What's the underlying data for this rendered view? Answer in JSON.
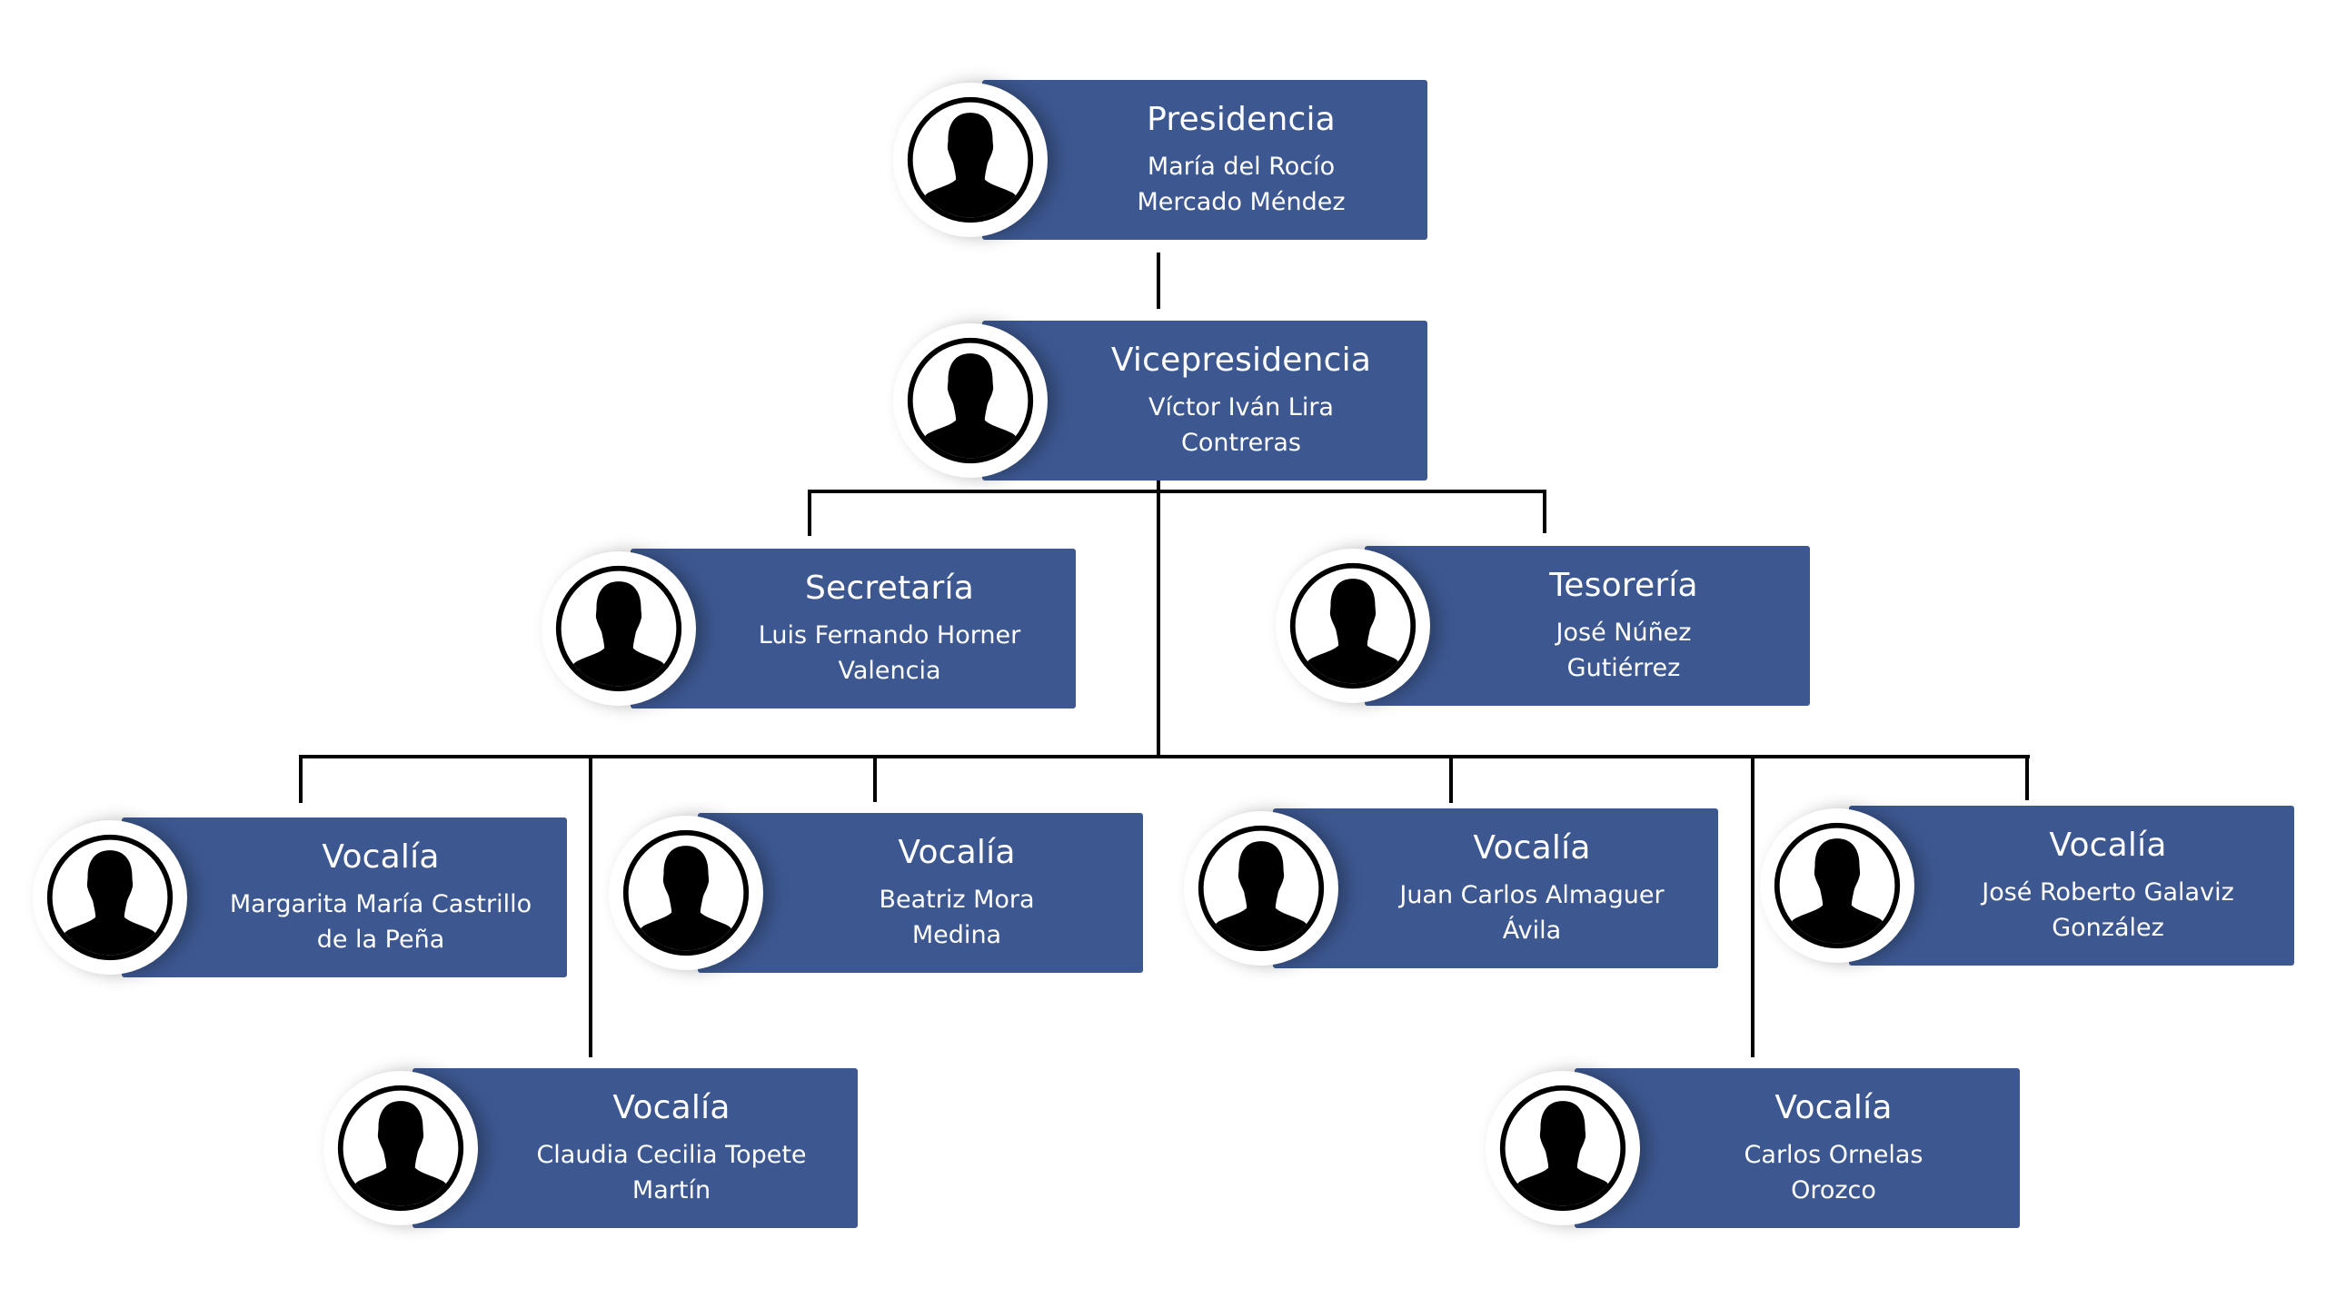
{
  "chart_title": "",
  "colors": {
    "card": "#3d5891",
    "text": "#ffffff",
    "connector": "#000000",
    "background": "#ffffff"
  },
  "nodes": [
    {
      "id": "presidencia",
      "role": "Presidencia",
      "name_lines": [
        "María del Rocío",
        "Mercado Méndez"
      ],
      "icon": "user-silhouette-icon"
    },
    {
      "id": "vicepresidencia",
      "role": "Vicepresidencia",
      "name_lines": [
        "Víctor Iván Lira",
        "Contreras"
      ],
      "icon": "user-silhouette-icon",
      "parent": "presidencia"
    },
    {
      "id": "secretaria",
      "role": "Secretaría",
      "name_lines": [
        "Luis Fernando Horner",
        "Valencia"
      ],
      "icon": "user-silhouette-icon",
      "parent": "vicepresidencia"
    },
    {
      "id": "tesoreria",
      "role": "Tesorería",
      "name_lines": [
        "José Núñez",
        "Gutiérrez"
      ],
      "icon": "user-silhouette-icon",
      "parent": "vicepresidencia"
    },
    {
      "id": "vocalia-1",
      "role": "Vocalía",
      "name_lines": [
        "Margarita María Castrillo",
        "de la Peña"
      ],
      "icon": "user-silhouette-icon",
      "parent": "vicepresidencia"
    },
    {
      "id": "vocalia-2",
      "role": "Vocalía",
      "name_lines": [
        "Beatriz Mora",
        "Medina"
      ],
      "icon": "user-silhouette-icon",
      "parent": "vicepresidencia"
    },
    {
      "id": "vocalia-3",
      "role": "Vocalía",
      "name_lines": [
        "Juan Carlos Almaguer",
        "Ávila"
      ],
      "icon": "user-silhouette-icon",
      "parent": "vicepresidencia"
    },
    {
      "id": "vocalia-4",
      "role": "Vocalía",
      "name_lines": [
        "José Roberto Galaviz",
        "González"
      ],
      "icon": "user-silhouette-icon",
      "parent": "vicepresidencia"
    },
    {
      "id": "vocalia-5",
      "role": "Vocalía",
      "name_lines": [
        "Claudia Cecilia Topete",
        "Martín"
      ],
      "icon": "user-silhouette-icon",
      "parent": "vicepresidencia"
    },
    {
      "id": "vocalia-6",
      "role": "Vocalía",
      "name_lines": [
        "Carlos Ornelas",
        "Orozco"
      ],
      "icon": "user-silhouette-icon",
      "parent": "vicepresidencia"
    }
  ]
}
